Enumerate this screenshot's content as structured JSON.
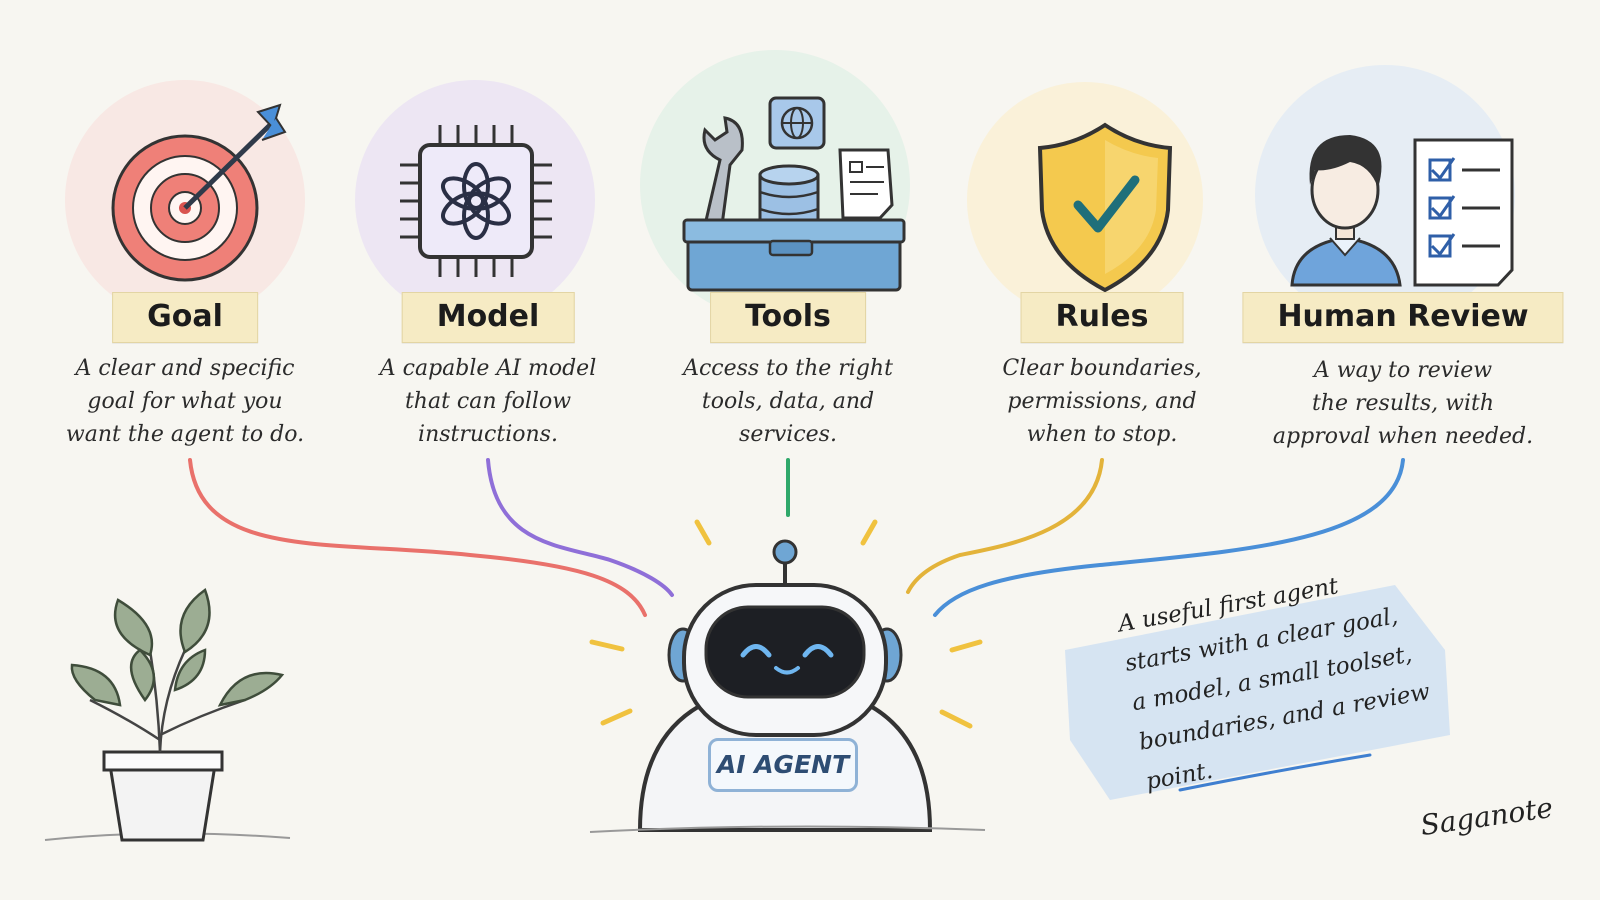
{
  "cards": [
    {
      "id": "goal",
      "title": "Goal",
      "lines": [
        "A clear and specific",
        "goal for what you",
        "want the agent to do."
      ],
      "color": "#e9716b",
      "icon": "target-with-arrow-icon"
    },
    {
      "id": "model",
      "title": "Model",
      "lines": [
        "A capable AI model",
        "that can follow",
        "instructions."
      ],
      "color": "#8f6fd8",
      "icon": "ai-chip-icon"
    },
    {
      "id": "tools",
      "title": "Tools",
      "lines": [
        "Access to the right",
        "tools, data, and",
        "services."
      ],
      "color": "#2fa86a",
      "icon": "toolbox-icon"
    },
    {
      "id": "rules",
      "title": "Rules",
      "lines": [
        "Clear boundaries,",
        "permissions, and",
        "when to stop."
      ],
      "color": "#e3b33a",
      "icon": "shield-check-icon"
    },
    {
      "id": "review",
      "title": "Human Review",
      "lines": [
        "A way to review",
        "the results, with",
        "approval when needed."
      ],
      "color": "#4a8fd8",
      "icon": "person-checklist-icon"
    }
  ],
  "agent": {
    "label": "AI AGENT",
    "icon": "robot-icon"
  },
  "note": {
    "lines": [
      "A useful first agent",
      "starts with a clear goal,",
      "a model, a small toolset,",
      "boundaries, and a review point."
    ]
  },
  "signature": "Saganote",
  "decor": {
    "plant": "potted-plant-icon"
  }
}
